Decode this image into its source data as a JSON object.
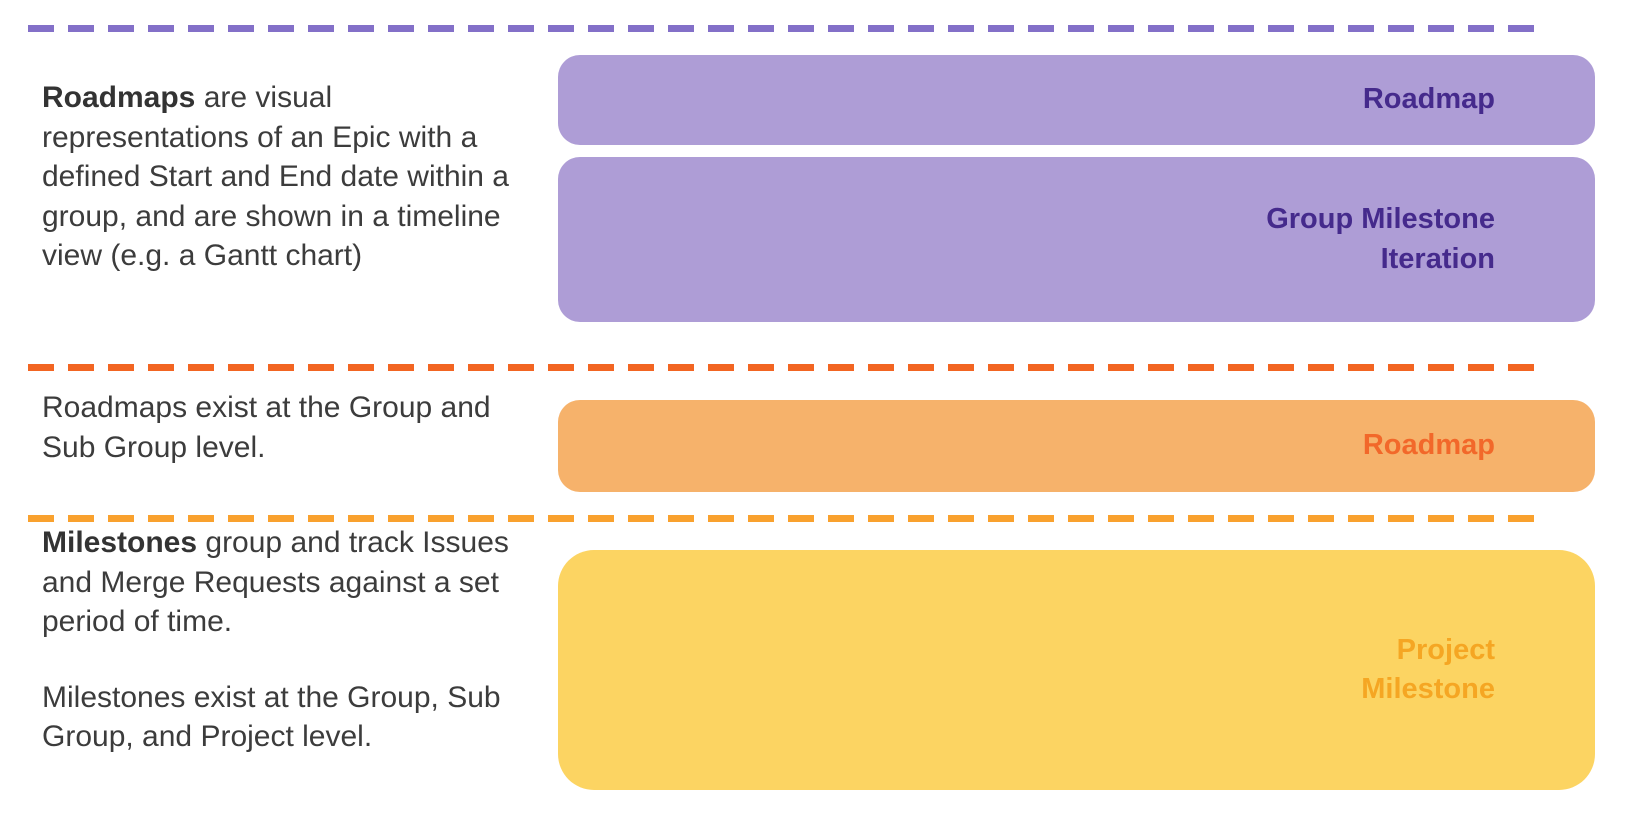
{
  "colors": {
    "divider_purple": "#8370C8",
    "divider_orange": "#F26522",
    "divider_amber": "#F9A12E",
    "bar_purple_fill": "#AE9DD6",
    "bar_purple_text": "#452A8C",
    "bar_orange_fill": "#F6B26B",
    "bar_orange_text": "#F2682A",
    "bar_yellow_fill": "#FCD462",
    "bar_yellow_text": "#F5A623",
    "body_text": "#3C3C3C"
  },
  "sections": {
    "group": {
      "description": {
        "lead": "Roadmaps",
        "rest": " are visual representations of an Epic with a defined Start and End date within a group, and are shown in a timeline view (e.g. a Gantt chart)"
      },
      "bars": [
        {
          "label": "Roadmap"
        },
        {
          "line1": "Group Milestone",
          "line2": "Iteration"
        }
      ]
    },
    "subgroup": {
      "description": {
        "text": "Roadmaps exist at the Group and Sub Group level."
      },
      "bars": [
        {
          "label": "Roadmap"
        }
      ]
    },
    "project": {
      "description": {
        "lead": "Milestones",
        "rest": " group and track Issues and Merge Requests against a set period of time.",
        "paragraph2": "Milestones exist at the Group, Sub Group, and Project level."
      },
      "bars": [
        {
          "line1": "Project",
          "line2": "Milestone"
        }
      ]
    }
  }
}
